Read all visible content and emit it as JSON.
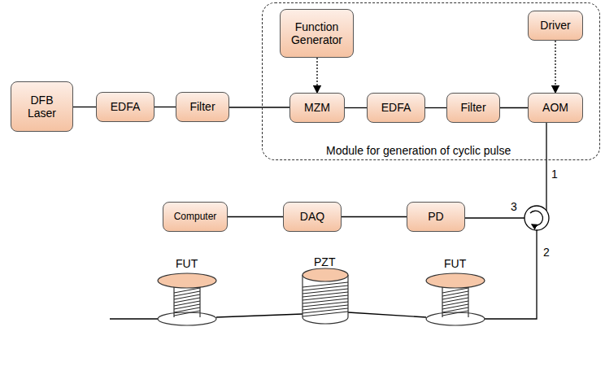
{
  "diagram": {
    "nodes": [
      {
        "text": [
          "DFB Laser"
        ]
      },
      {
        "text": [
          "EDFA"
        ]
      },
      {
        "text": [
          "Filter"
        ]
      },
      {
        "text": [
          "Module for generation of cyclic pulse"
        ]
      },
      {
        "text": [
          "Function Generator"
        ],
        "in": 3
      },
      {
        "text": [
          "MZM"
        ],
        "in": 3
      },
      {
        "text": [
          "EDFA"
        ],
        "in": 3
      },
      {
        "text": [
          "Filter"
        ],
        "in": 3
      },
      {
        "text": [
          "Driver"
        ],
        "in": 3
      },
      {
        "text": [
          "AOM"
        ],
        "in": 3
      },
      {
        "text": [
          "Computer"
        ]
      },
      {
        "text": [
          "DAQ"
        ]
      },
      {
        "text": [
          "PD"
        ]
      }
    ],
    "edges": [
      {
        "from": 0,
        "to": 1,
        "arrow": "none"
      },
      {
        "from": 1,
        "to": 2,
        "arrow": "none"
      },
      {
        "from": 2,
        "to": 5,
        "arrow": "none"
      },
      {
        "from": 5,
        "to": 6,
        "arrow": "none"
      },
      {
        "from": 6,
        "to": 7,
        "arrow": "none"
      },
      {
        "from": 7,
        "to": 9,
        "arrow": "none"
      },
      {
        "from": 4,
        "to": 5,
        "arrow": "to"
      },
      {
        "from": 8,
        "to": 9,
        "arrow": "to"
      },
      {
        "from": 12,
        "to": 11,
        "arrow": "none"
      },
      {
        "from": 11,
        "to": 10,
        "arrow": "none"
      }
    ],
    "labels": [
      "1",
      "2",
      "3",
      "FUT",
      "PZT",
      "FUT"
    ]
  }
}
